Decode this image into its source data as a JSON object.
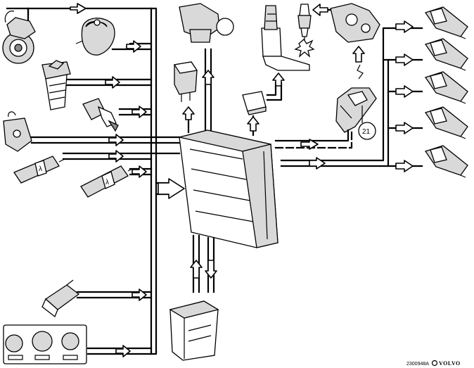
{
  "diagram": {
    "callout_number": "21",
    "figure_code": "2300948A",
    "brand": "VOLVO"
  },
  "colors": {
    "line": "#000000",
    "component_fill": "#d9d9d9",
    "background": "#ffffff"
  },
  "components": {
    "inputs": [
      "knock-sensor",
      "pressure-sensor",
      "air-mass-meter",
      "temperature-sensor",
      "throttle-position-sensor",
      "oxygen-sensor-front",
      "oxygen-sensor-rear",
      "coolant-temperature-sensor",
      "climate-control-panel"
    ],
    "outputs": [
      "idle-air-control-valve",
      "relay-upper",
      "relay-lower",
      "fuel-pump",
      "spark-plug",
      "ignition-coil",
      "distributor",
      "injector-1",
      "injector-2",
      "injector-3",
      "injector-4",
      "injector-5",
      "diagnostic-module"
    ]
  }
}
